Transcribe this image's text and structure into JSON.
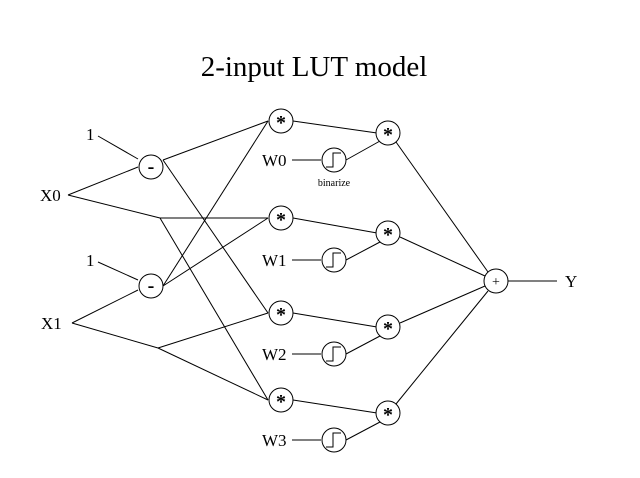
{
  "title": "2-input  LUT model",
  "inputs": {
    "x0": "X0",
    "x1": "X1"
  },
  "constants": {
    "c0": "1",
    "c1": "1"
  },
  "operators": {
    "subtract": "-",
    "multiply": "*",
    "sum": "+"
  },
  "weights": [
    "W0",
    "W1",
    "W2",
    "W3"
  ],
  "binarize_label": "binarize",
  "output": "Y"
}
